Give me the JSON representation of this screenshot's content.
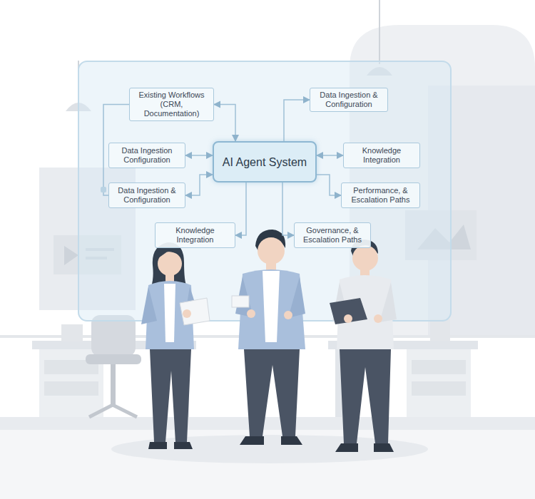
{
  "diagram": {
    "nodes": [
      {
        "text": [
          "Existing Workflows (CRM, Documentation)"
        ]
      },
      {
        "text": [
          "Data Ingestion & Configuration"
        ]
      },
      {
        "text": [
          "Data Ingestion Configuration"
        ]
      },
      {
        "text": [
          "AI Agent System"
        ]
      },
      {
        "text": [
          "Knowledge Integration"
        ]
      },
      {
        "text": [
          "Data Ingestion & Configuration"
        ]
      },
      {
        "text": [
          "Performance, & Escalation Paths"
        ]
      },
      {
        "text": [
          "Knowledge Integration"
        ]
      },
      {
        "text": [
          "Governance, & Escalation Paths"
        ]
      }
    ],
    "edges": [
      {
        "from": 0,
        "to": 3,
        "arrow": "both"
      },
      {
        "from": 3,
        "to": 1,
        "arrow": "to"
      },
      {
        "from": 2,
        "to": 3,
        "arrow": "both"
      },
      {
        "from": 4,
        "to": 3,
        "arrow": "both"
      },
      {
        "from": 5,
        "to": 3,
        "arrow": "both"
      },
      {
        "from": 3,
        "to": 6,
        "arrow": "to"
      },
      {
        "from": 3,
        "to": 7,
        "arrow": "to"
      },
      {
        "from": 3,
        "to": 8,
        "arrow": "to"
      },
      {
        "from": 0,
        "to": 5,
        "arrow": "none"
      }
    ]
  }
}
